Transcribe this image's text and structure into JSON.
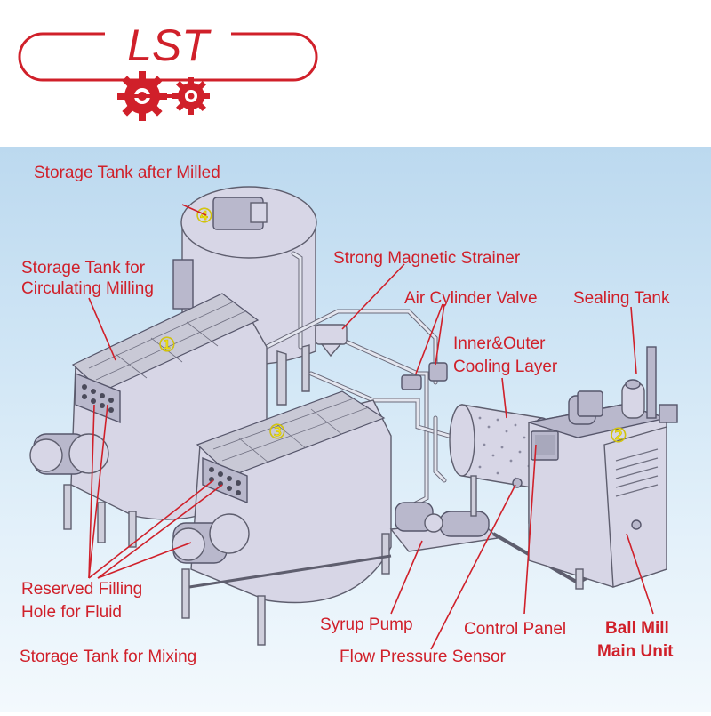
{
  "logo": {
    "text": "LST",
    "brand_color": "#d0202a"
  },
  "labels": {
    "storage_after_milled": "Storage Tank after Milled",
    "storage_circ_line1": "Storage Tank for",
    "storage_circ_line2": "Circulating Milling",
    "strong_magnetic_strainer": "Strong Magnetic Strainer",
    "air_cylinder_valve": "Air Cylinder Valve",
    "sealing_tank": "Sealing Tank",
    "inner_outer_line1": "Inner&Outer",
    "inner_outer_line2": "Cooling Layer",
    "reserved_line1": "Reserved Filling",
    "reserved_line2": "Hole for Fluid",
    "syrup_pump": "Syrup Pump",
    "control_panel": "Control Panel",
    "ball_mill_line1": "Ball Mill",
    "ball_mill_line2": "Main Unit",
    "storage_mixing": "Storage Tank  for Mixing",
    "flow_pressure_sensor": "Flow Pressure Sensor"
  },
  "markers": {
    "m1": "①",
    "m2": "②",
    "m3": "③",
    "m4": "④"
  },
  "colors": {
    "label": "#d0202a",
    "marker": "#f2e51b",
    "background_top": "#bcd9ef",
    "machine": "#d7d6e6"
  }
}
